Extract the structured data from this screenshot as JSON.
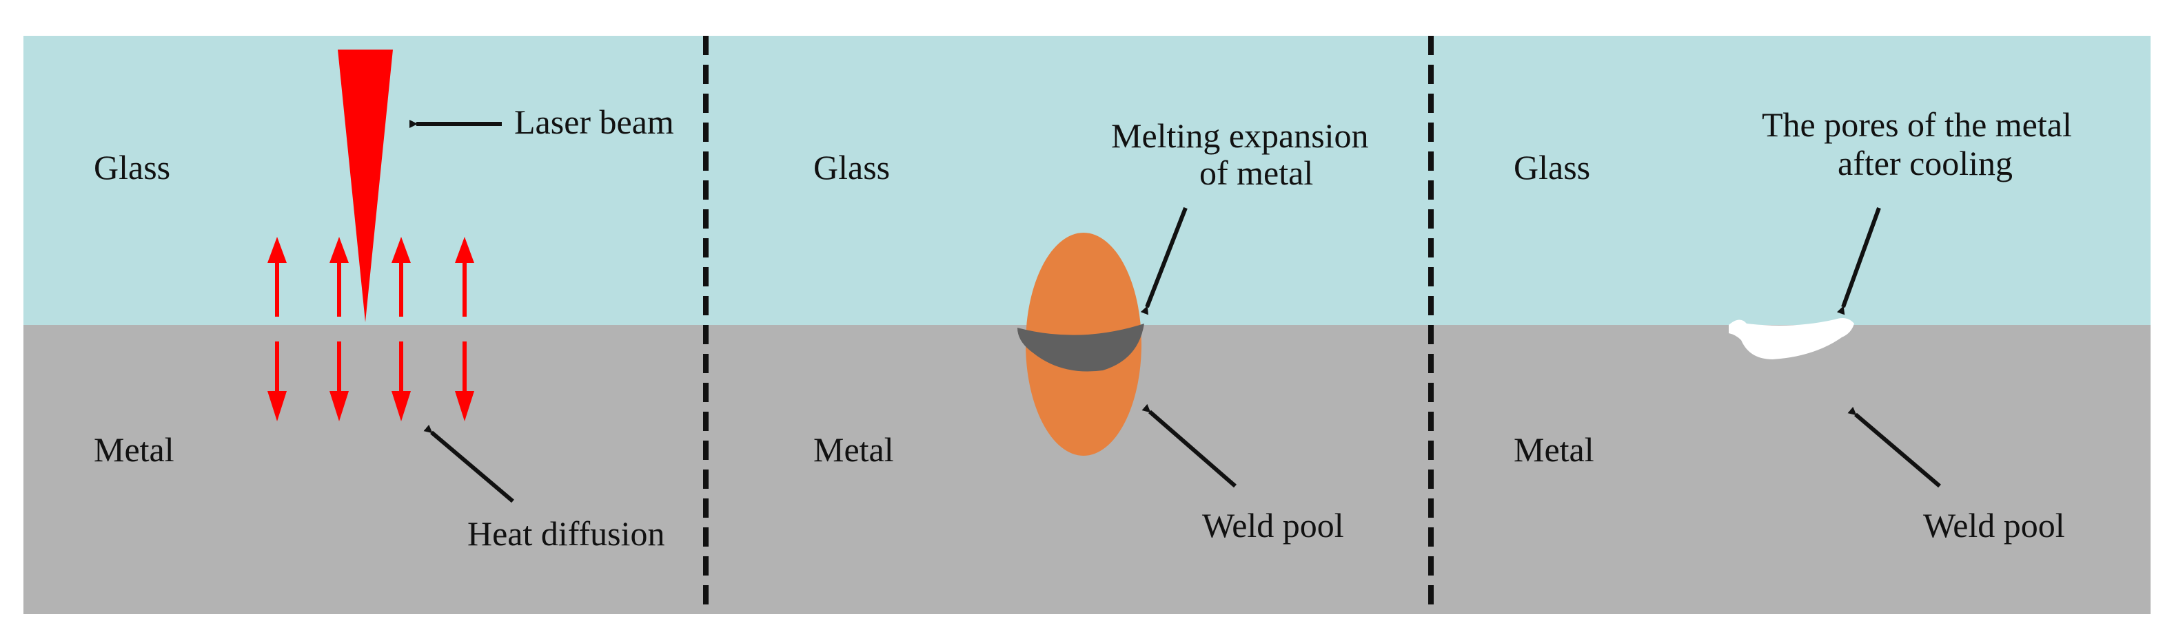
{
  "colors": {
    "glass": "#b9dfe1",
    "metal": "#b3b3b3",
    "laser": "#ff0000",
    "arrow_heat": "#ff0000",
    "weld_pool": "#e6813f",
    "expansion": "#606060",
    "pore": "#ffffff",
    "divider": "#111111",
    "pointer": "#111111"
  },
  "panels": [
    {
      "glass_label": "Glass",
      "metal_label": "Metal",
      "annotations": {
        "laser_beam": "Laser beam",
        "heat_diffusion": "Heat diffusion"
      }
    },
    {
      "glass_label": "Glass",
      "metal_label": "Metal",
      "annotations": {
        "expansion_line1": "Melting expansion",
        "expansion_line2": "of metal",
        "weld_pool": "Weld pool"
      }
    },
    {
      "glass_label": "Glass",
      "metal_label": "Metal",
      "annotations": {
        "pores_line1": "The pores of the metal",
        "pores_line2": "after cooling",
        "weld_pool": "Weld pool"
      }
    }
  ]
}
